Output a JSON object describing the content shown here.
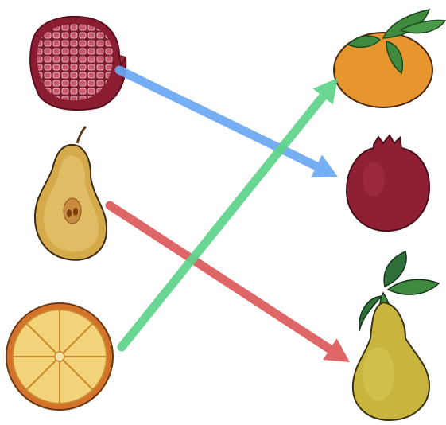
{
  "diagram": {
    "type": "matching",
    "left_column": [
      {
        "id": "pomegranate-cut",
        "depicts": "cut-pomegranate-icon"
      },
      {
        "id": "pear-cut",
        "depicts": "cut-pear-icon"
      },
      {
        "id": "orange-cut",
        "depicts": "cut-orange-icon"
      }
    ],
    "right_column": [
      {
        "id": "orange-whole",
        "depicts": "whole-orange-icon"
      },
      {
        "id": "pomegranate-whole",
        "depicts": "whole-pomegranate-icon"
      },
      {
        "id": "pear-whole",
        "depicts": "whole-pear-icon"
      }
    ],
    "connections": [
      {
        "from": "pomegranate-cut",
        "to": "pomegranate-whole",
        "color": "#6aa8f2"
      },
      {
        "from": "pear-cut",
        "to": "pear-whole",
        "color": "#dd5a5a"
      },
      {
        "from": "orange-cut",
        "to": "orange-whole",
        "color": "#5ed38a"
      }
    ]
  },
  "colors": {
    "pomegranate_red": "#8e1f34",
    "pomegranate_seeds": "#c44a62",
    "pear_yellow": "#d8b94a",
    "pear_green": "#b9b547",
    "orange": "#e7962f",
    "leaf": "#3e7f3e"
  }
}
